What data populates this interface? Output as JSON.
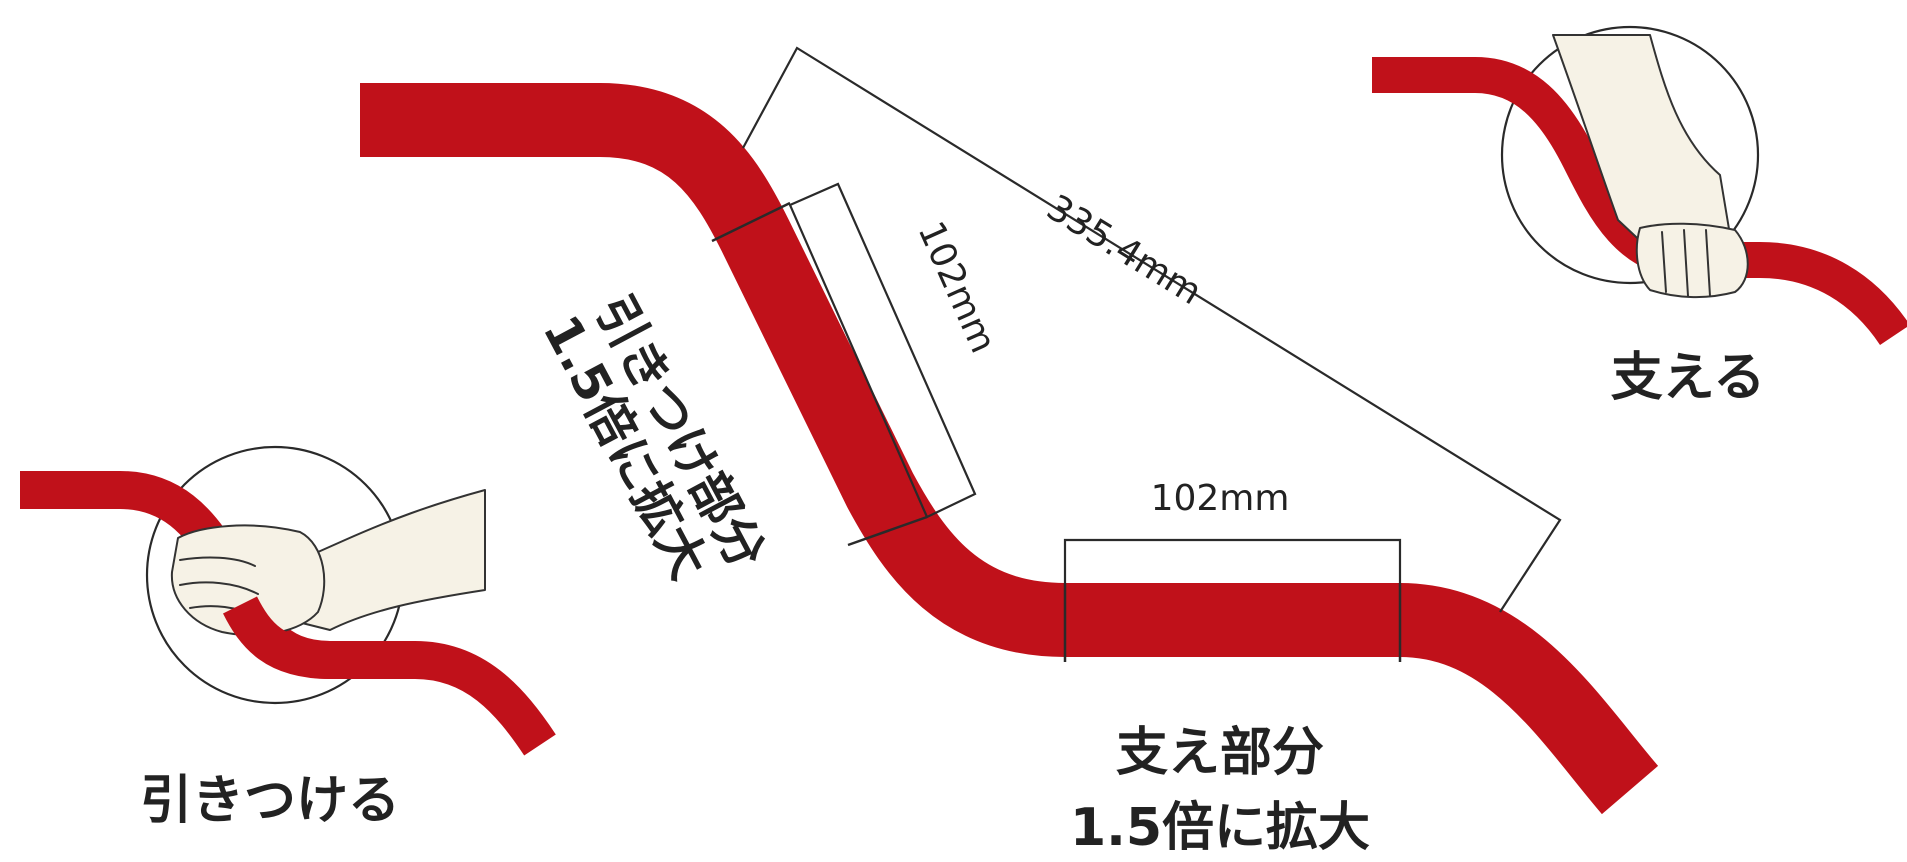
{
  "colors": {
    "rail": "#c0111a",
    "line": "#2a2a2a",
    "text": "#222222",
    "skin": "#f6f2e6"
  },
  "labels": {
    "diagonal_length": "335.4mm",
    "slope_length": "102mm",
    "flat_length": "102mm",
    "pull_section_line1": "引きつけ部分",
    "pull_section_line2": "1.5倍に拡大",
    "support_section_line1": "支え部分",
    "support_section_line2": "1.5倍に拡大",
    "pull_action": "引きつける",
    "support_action": "支える"
  },
  "icons": {
    "pull_hand": "hand-gripping-rail-icon",
    "support_hand": "hand-resting-on-rail-icon"
  }
}
